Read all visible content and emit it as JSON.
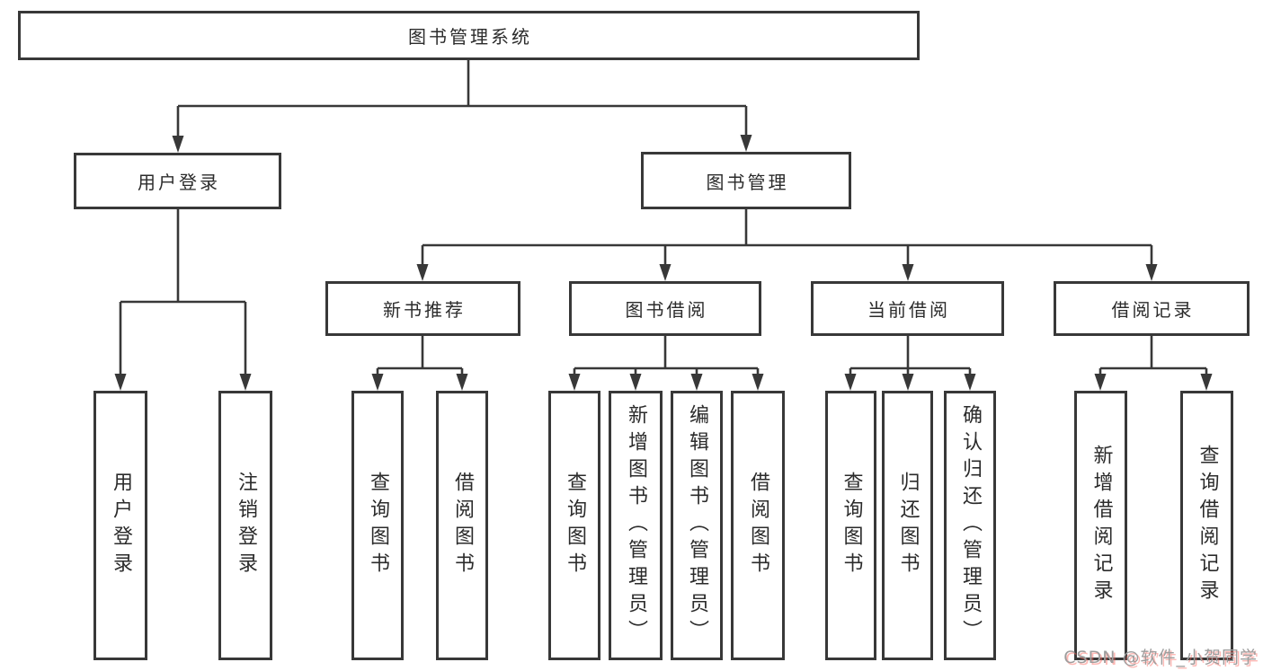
{
  "tree": {
    "root": {
      "label": "图书管理系统",
      "children": [
        {
          "label": "用户登录",
          "children": [
            {
              "label": "用户登录"
            },
            {
              "label": "注销登录"
            }
          ]
        },
        {
          "label": "图书管理",
          "children": [
            {
              "label": "新书推荐",
              "children": [
                {
                  "label": "查询图书"
                },
                {
                  "label": "借阅图书"
                }
              ]
            },
            {
              "label": "图书借阅",
              "children": [
                {
                  "label": "查询图书"
                },
                {
                  "label": "新增图书（管理员）"
                },
                {
                  "label": "编辑图书（管理员）"
                },
                {
                  "label": "借阅图书"
                }
              ]
            },
            {
              "label": "当前借阅",
              "children": [
                {
                  "label": "查询图书"
                },
                {
                  "label": "归还图书"
                },
                {
                  "label": "确认归还（管理员）"
                }
              ]
            },
            {
              "label": "借阅记录",
              "children": [
                {
                  "label": "新增借阅记录"
                },
                {
                  "label": "查询借阅记录"
                }
              ]
            }
          ]
        }
      ]
    }
  },
  "watermark": {
    "text": "CSDN @软件_小贺同学"
  },
  "colors": {
    "line": "#383838",
    "box_border": "#383838",
    "text": "#2b2b2b",
    "watermark_text": "#9d9d9d",
    "watermark_shadow": "#fc6e5a"
  }
}
